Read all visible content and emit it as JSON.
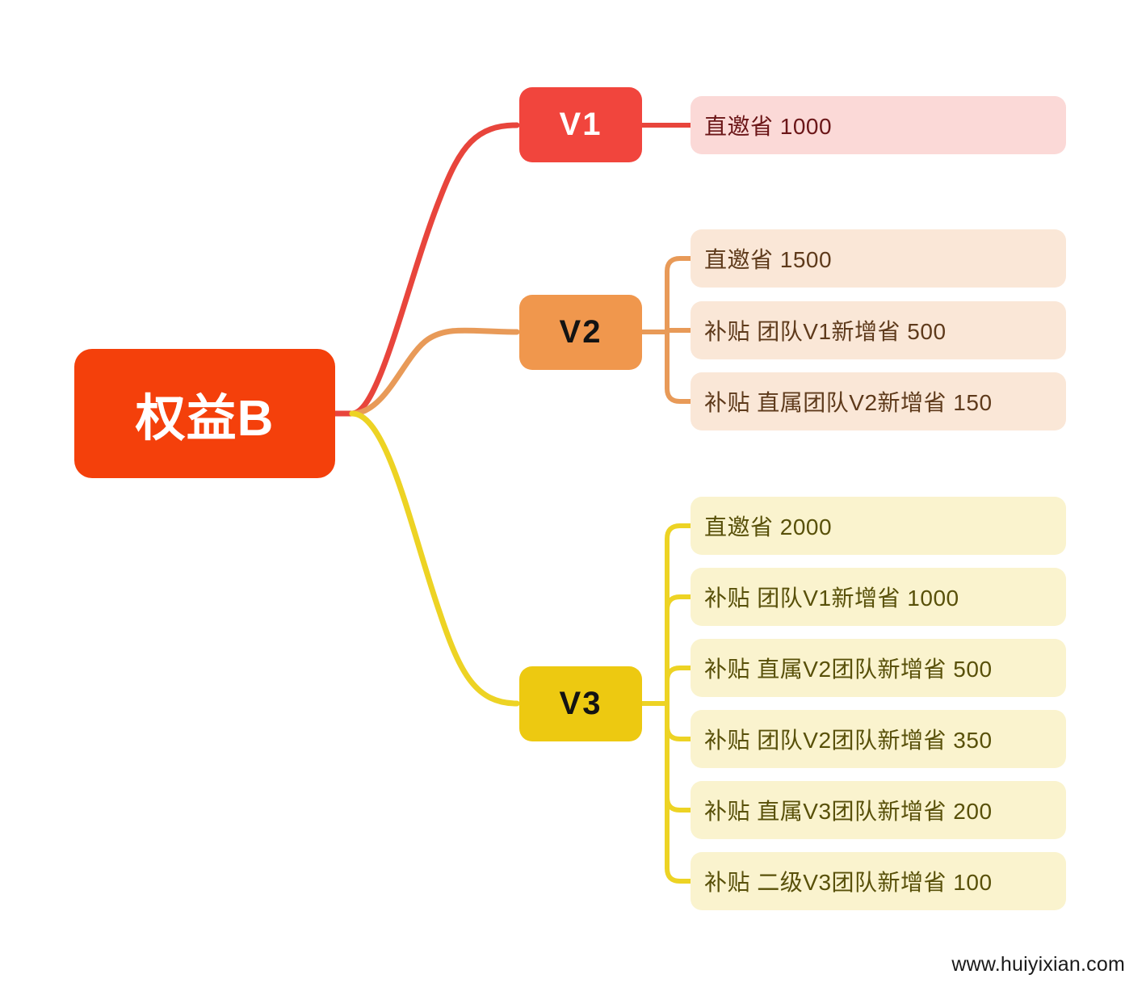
{
  "diagram": {
    "type": "mindmap",
    "root": {
      "label": "权益B",
      "color": "#F4400B",
      "text_color": "#FFFFFF"
    },
    "branches": [
      {
        "id": "v1",
        "label": "V1",
        "color": "#F1453D",
        "text_color": "#FFFFFF",
        "leaf_bg": "#FBD9D7",
        "leaf_text": "#6B1618",
        "leaves": [
          {
            "label": "直邀省  1000"
          }
        ]
      },
      {
        "id": "v2",
        "label": "V2",
        "color": "#F0974D",
        "text_color": "#131313",
        "leaf_bg": "#FAE7D7",
        "leaf_text": "#5E3A1B",
        "leaves": [
          {
            "label": "直邀省  1500"
          },
          {
            "label": "补贴 团队V1新增省 500"
          },
          {
            "label": "补贴 直属团队V2新增省  150"
          }
        ]
      },
      {
        "id": "v3",
        "label": "V3",
        "color": "#EDC911",
        "text_color": "#131313",
        "leaf_bg": "#FAF3CE",
        "leaf_text": "#585009",
        "leaves": [
          {
            "label": "直邀省  2000"
          },
          {
            "label": "补贴 团队V1新增省  1000"
          },
          {
            "label": "补贴 直属V2团队新增省  500"
          },
          {
            "label": "补贴 团队V2团队新增省  350"
          },
          {
            "label": "补贴 直属V3团队新增省  200"
          },
          {
            "label": "补贴  二级V3团队新增省  100"
          }
        ]
      }
    ]
  },
  "watermark": {
    "text": "www.huiyixian.com"
  }
}
